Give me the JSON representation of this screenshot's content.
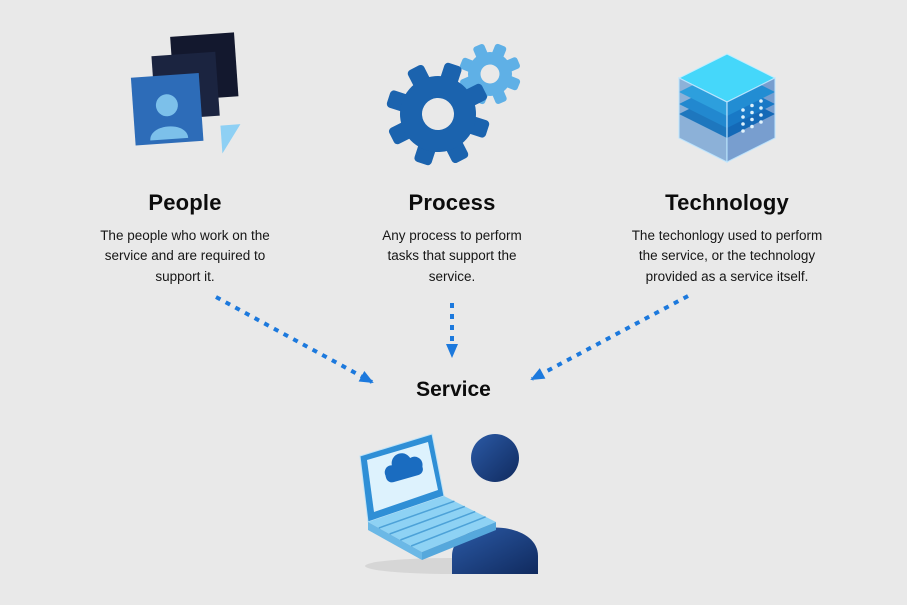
{
  "page": {
    "background": "#e9e9e9"
  },
  "palette": {
    "arrow_blue": "#1c79dd",
    "dark_navy": "#13182e",
    "mid_blue": "#2d6cb8",
    "light_blue": "#7cc0ea",
    "gear_dark_blue": "#1b63ae",
    "gear_light_blue": "#5fb0e6",
    "cube_cyan": "#45d7fa",
    "person_navy": "#122a5e"
  },
  "columns": [
    {
      "id": "people",
      "title": "People",
      "description": "The people who work on the service and are required to support it.",
      "icon": "people-layers-icon"
    },
    {
      "id": "process",
      "title": "Process",
      "description": "Any process to perform tasks that support the service.",
      "icon": "process-gears-icon"
    },
    {
      "id": "technology",
      "title": "Technology",
      "description": "The techonlogy used to perform the service, or the technology provided as a service itself.",
      "icon": "technology-cube-icon"
    }
  ],
  "service": {
    "title": "Service",
    "icon": "service-person-laptop-icon"
  }
}
